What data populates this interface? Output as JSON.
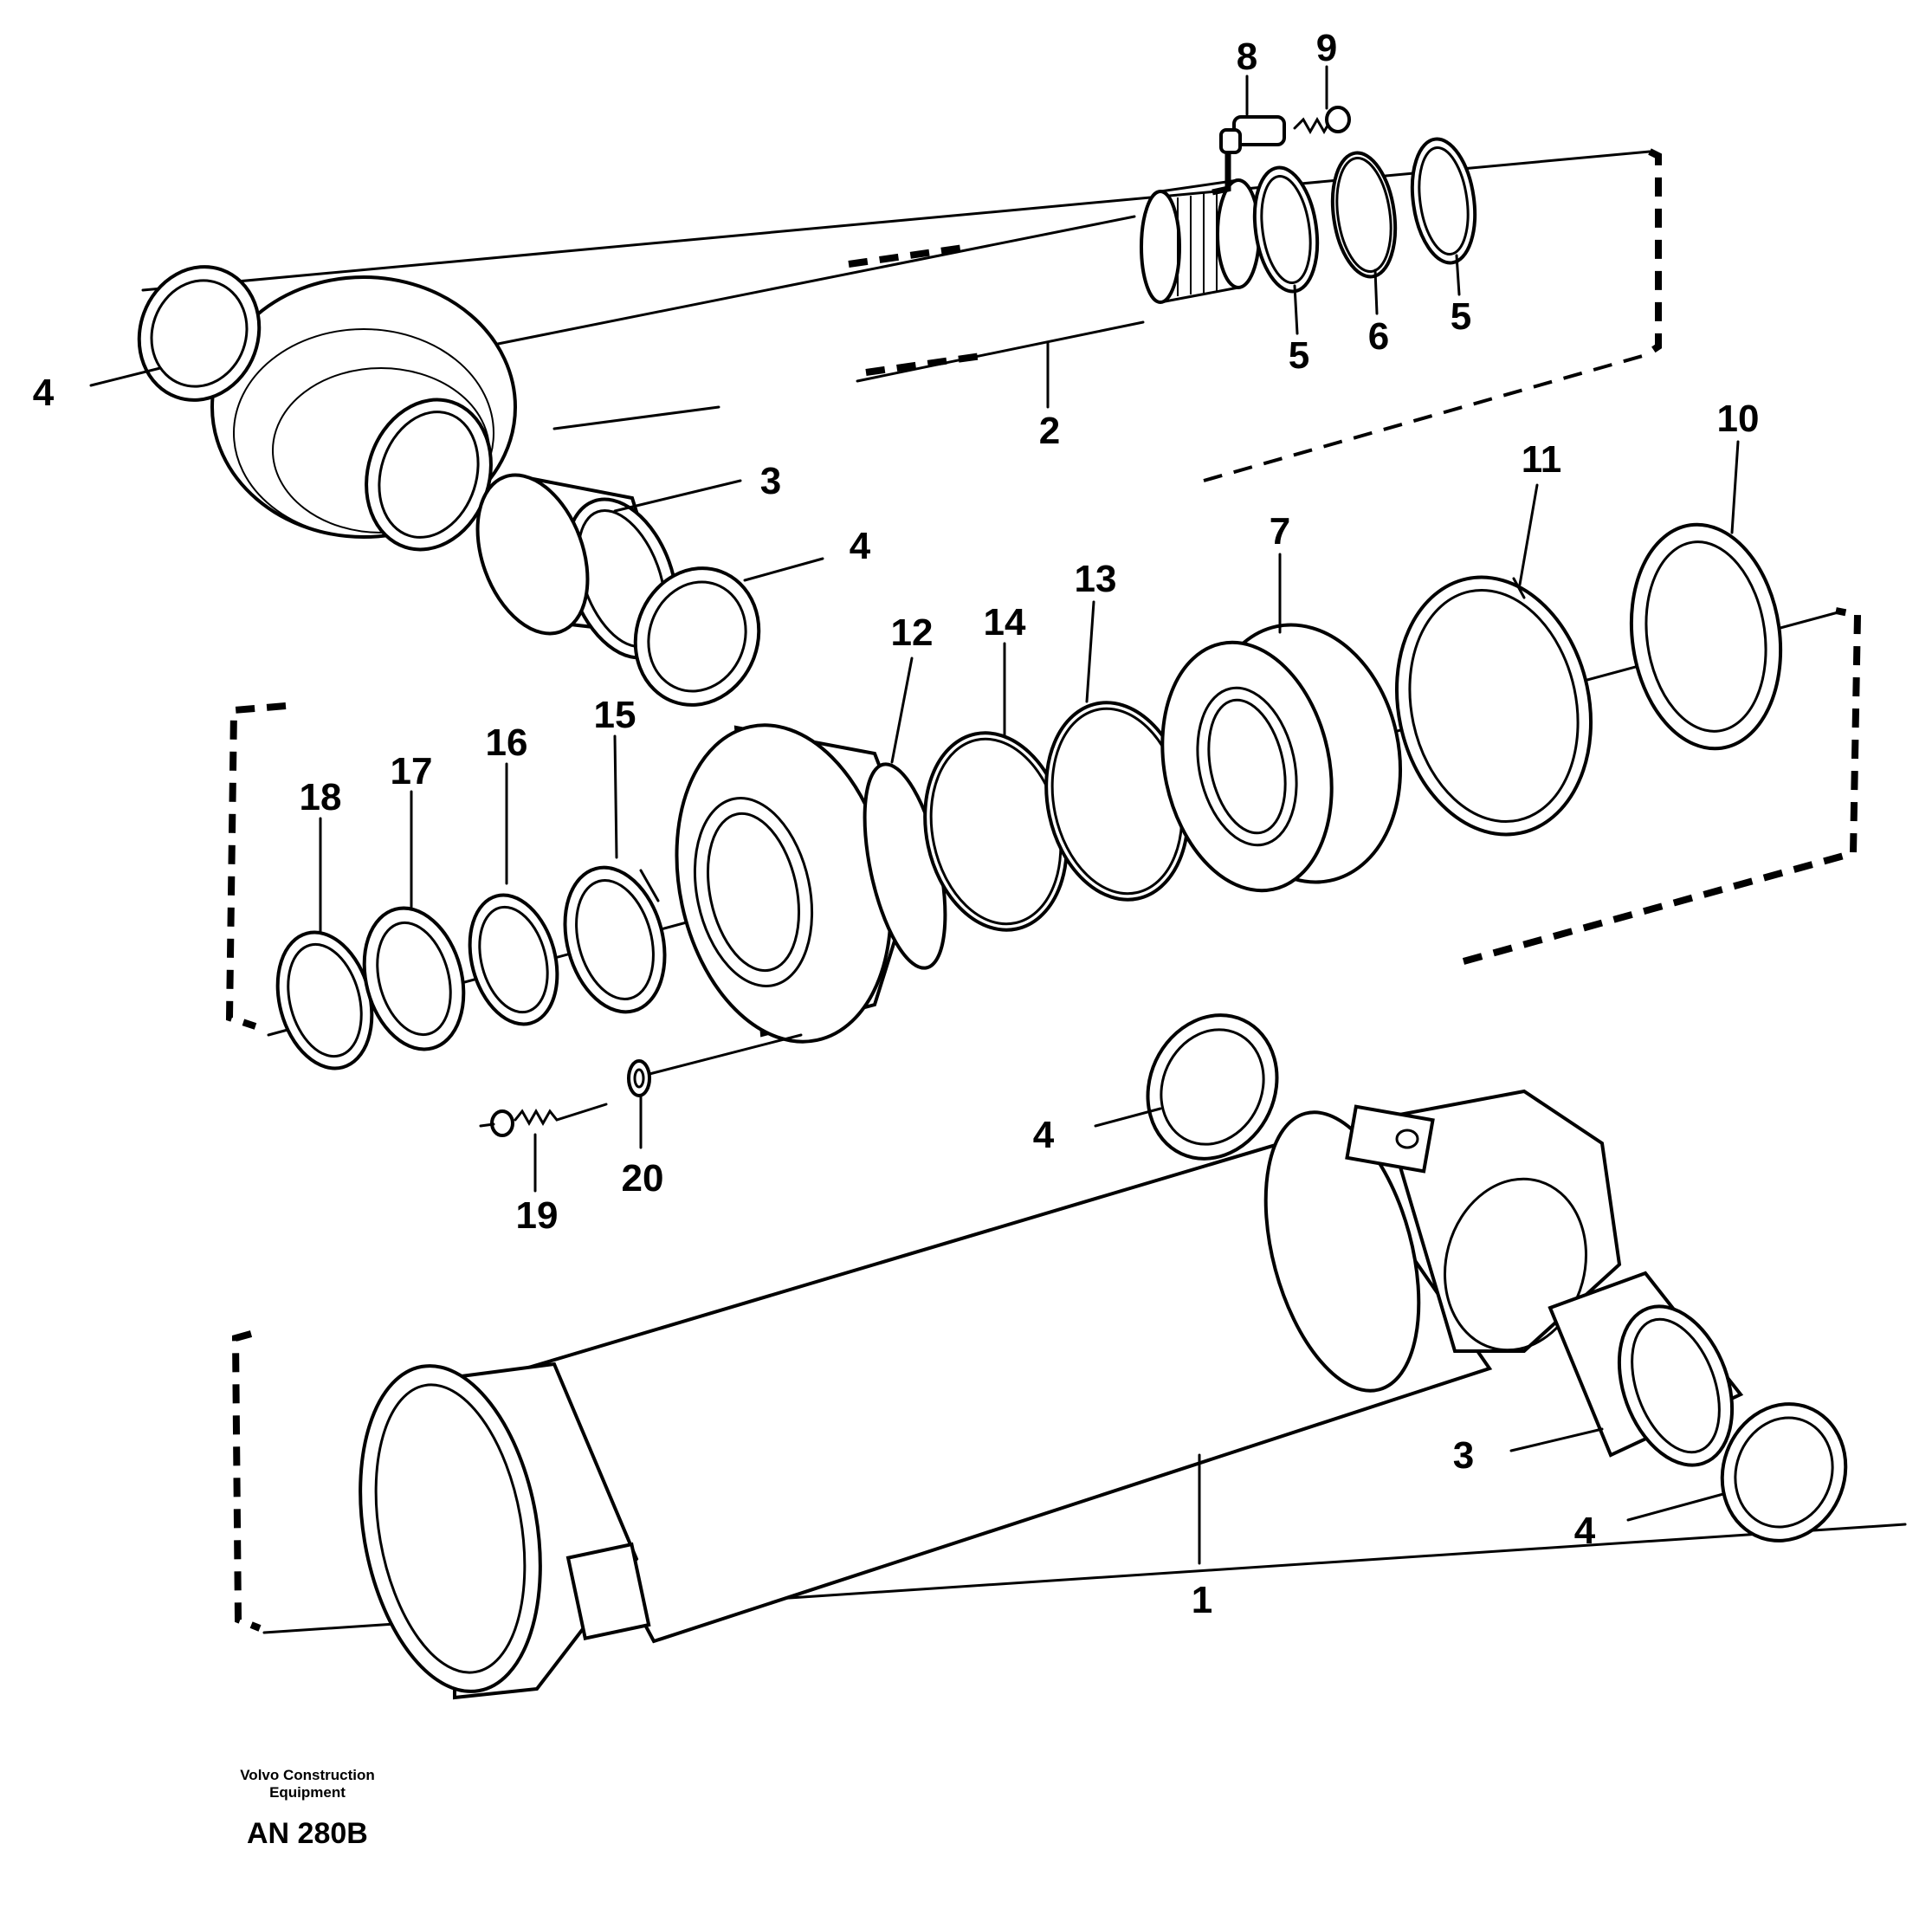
{
  "callouts": [
    {
      "id": "c-8",
      "text": "8"
    },
    {
      "id": "c-9",
      "text": "9"
    },
    {
      "id": "c-4a",
      "text": "4"
    },
    {
      "id": "c-2",
      "text": "2"
    },
    {
      "id": "c-5a",
      "text": "5"
    },
    {
      "id": "c-6",
      "text": "6"
    },
    {
      "id": "c-5b",
      "text": "5"
    },
    {
      "id": "c-3a",
      "text": "3"
    },
    {
      "id": "c-4b",
      "text": "4"
    },
    {
      "id": "c-10",
      "text": "10"
    },
    {
      "id": "c-11",
      "text": "11"
    },
    {
      "id": "c-7",
      "text": "7"
    },
    {
      "id": "c-13",
      "text": "13"
    },
    {
      "id": "c-14",
      "text": "14"
    },
    {
      "id": "c-12",
      "text": "12"
    },
    {
      "id": "c-15",
      "text": "15"
    },
    {
      "id": "c-16",
      "text": "16"
    },
    {
      "id": "c-17",
      "text": "17"
    },
    {
      "id": "c-18",
      "text": "18"
    },
    {
      "id": "c-19",
      "text": "19"
    },
    {
      "id": "c-20",
      "text": "20"
    },
    {
      "id": "c-4c",
      "text": "4"
    },
    {
      "id": "c-3b",
      "text": "3"
    },
    {
      "id": "c-4d",
      "text": "4"
    },
    {
      "id": "c-1",
      "text": "1"
    }
  ],
  "footer": {
    "line1": "Volvo Construction",
    "line2": "Equipment",
    "code": "AN 280B"
  }
}
